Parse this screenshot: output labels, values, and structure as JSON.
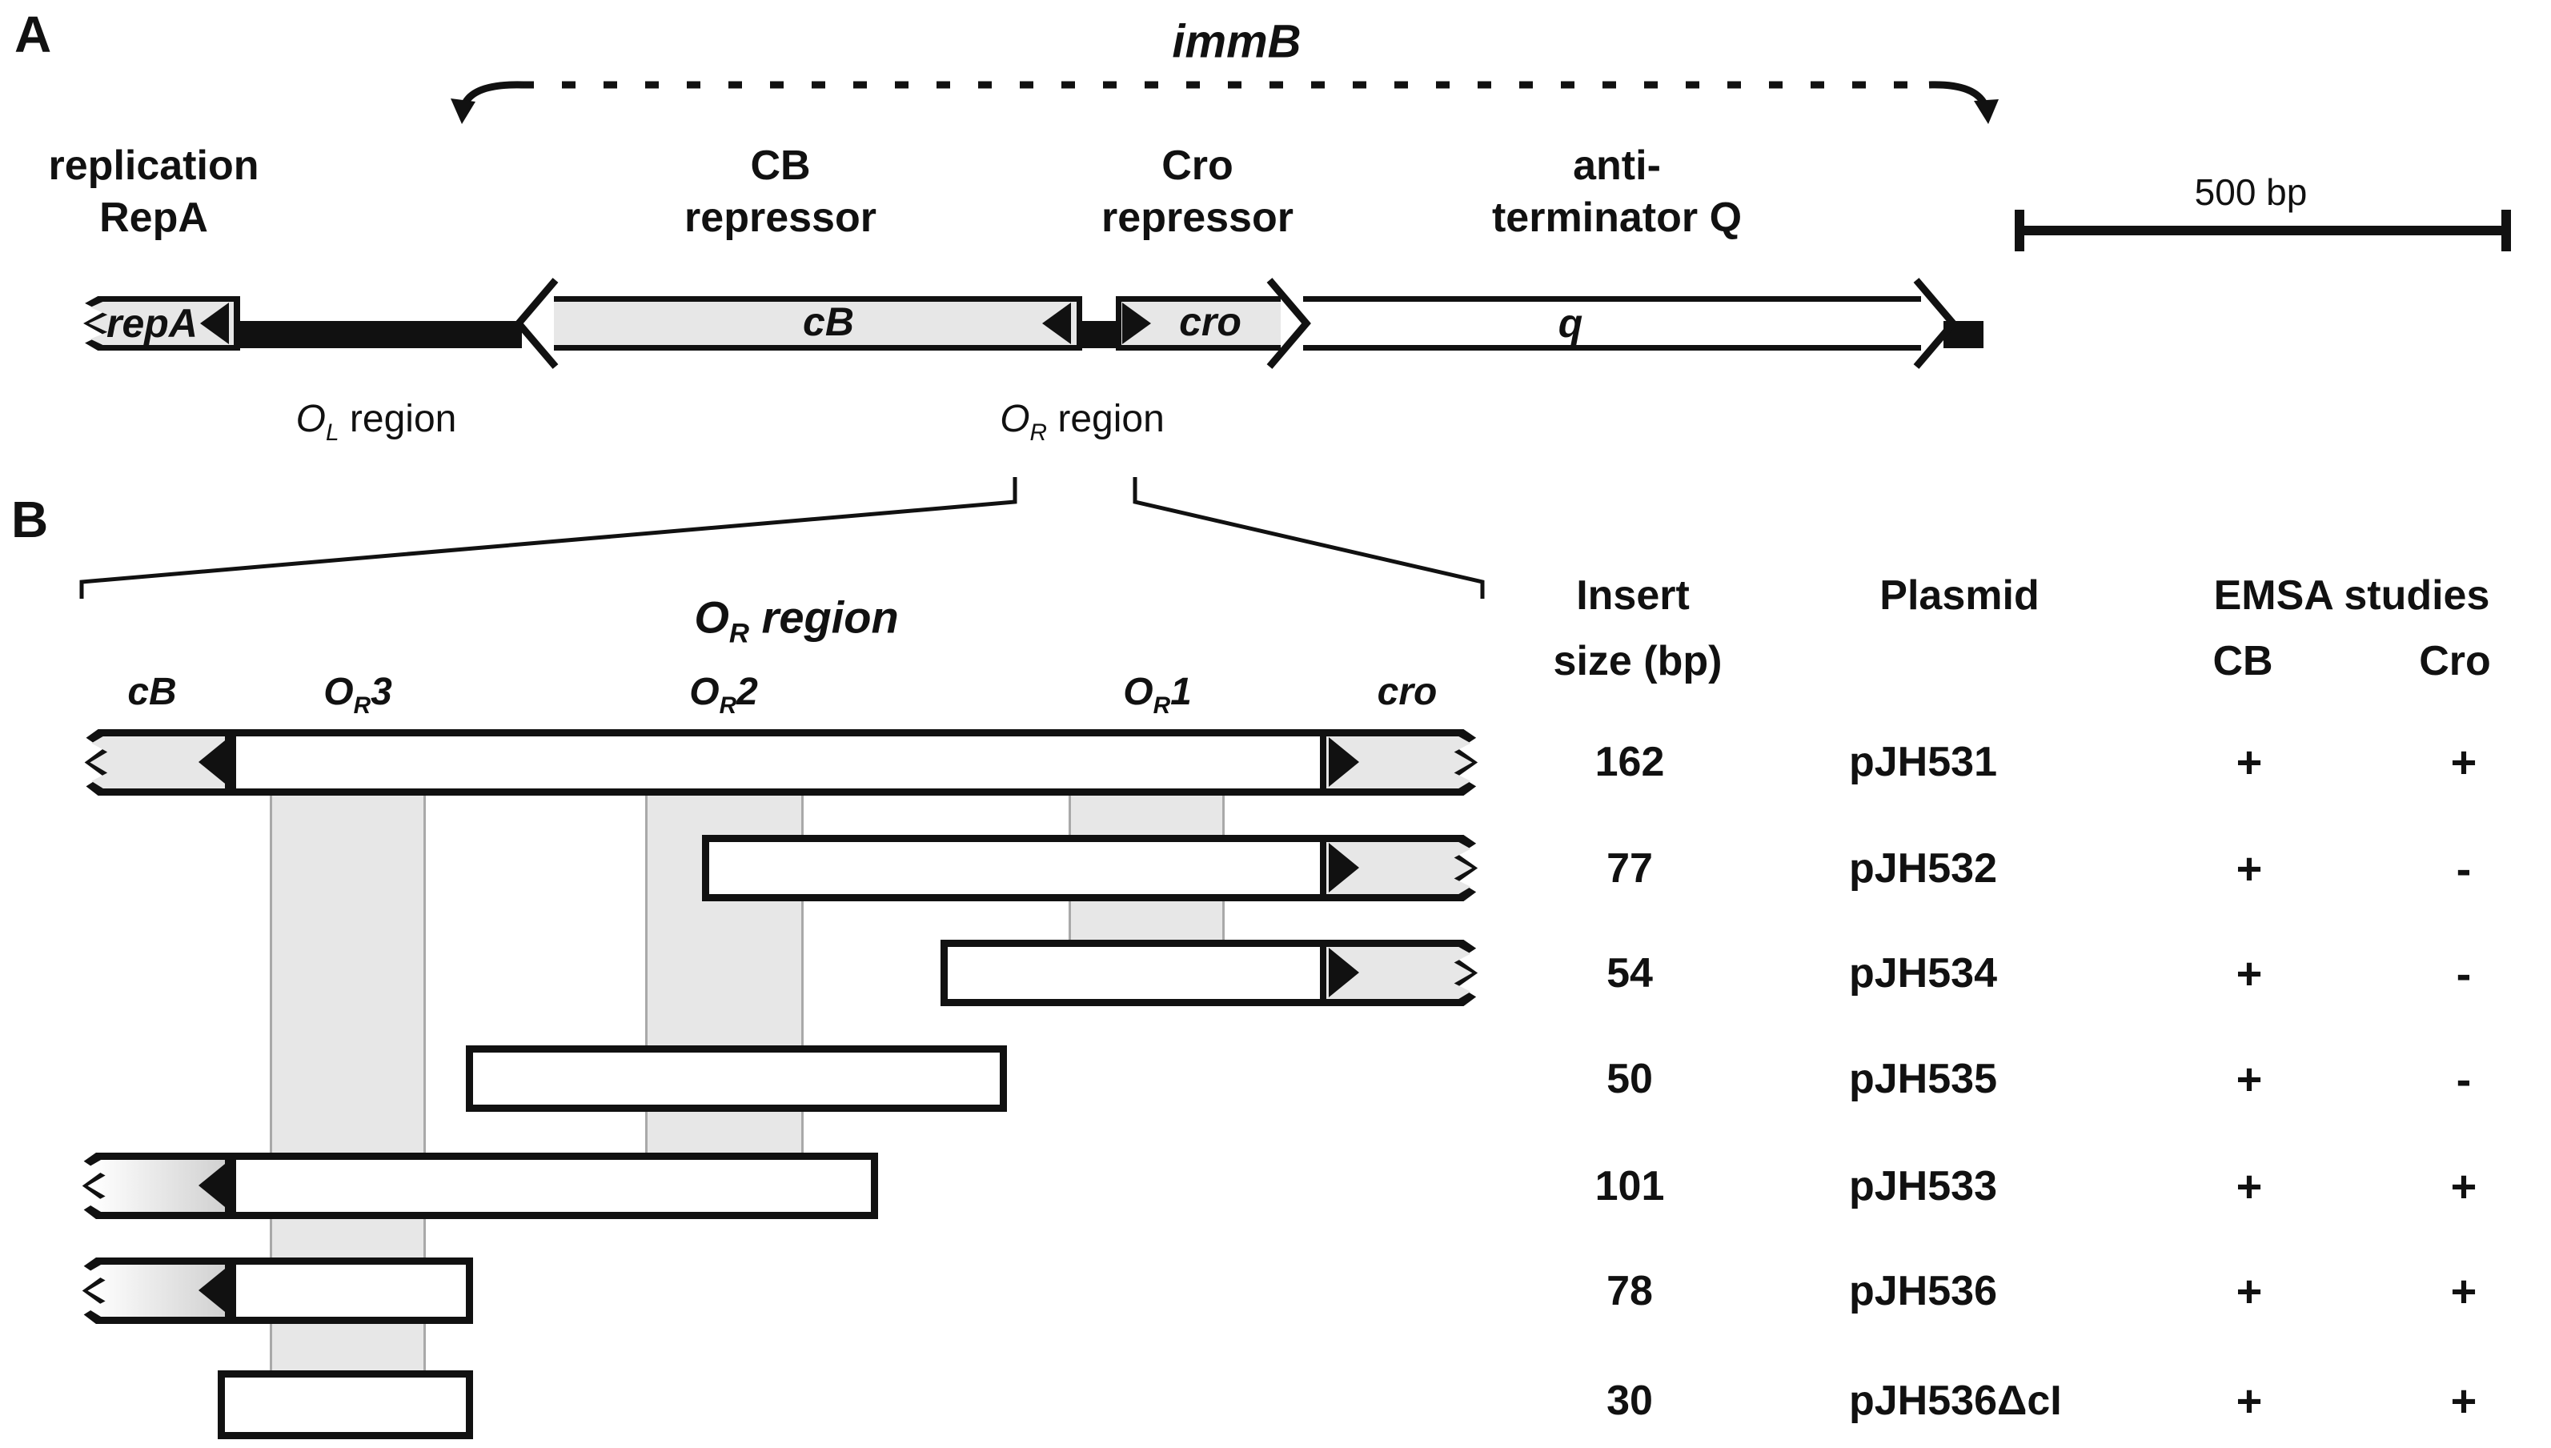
{
  "panel_a": {
    "label": "A",
    "immB": "immB",
    "products": [
      {
        "line1": "replication",
        "line2": "RepA"
      },
      {
        "line1": "CB",
        "line2": "repressor"
      },
      {
        "line1": "Cro",
        "line2": "repressor"
      },
      {
        "line1": "anti-",
        "line2": "terminator Q"
      }
    ],
    "scale_bar_label": "500 bp",
    "genes": {
      "repA": "repA",
      "cB": "cB",
      "cro": "cro",
      "q": "q"
    },
    "ol_region": {
      "pre": "O",
      "sub": "L",
      "post": " region"
    },
    "or_region": {
      "pre": "O",
      "sub": "R",
      "post": " region"
    }
  },
  "panel_b": {
    "label": "B",
    "heading": {
      "pre": "O",
      "sub": "R",
      "post": " region"
    },
    "site_labels": [
      {
        "pre": "cB",
        "sub": "",
        "post": ""
      },
      {
        "pre": "O",
        "sub": "R",
        "post": "3"
      },
      {
        "pre": "O",
        "sub": "R",
        "post": "2"
      },
      {
        "pre": "O",
        "sub": "R",
        "post": "1"
      },
      {
        "pre": "cro",
        "sub": "",
        "post": ""
      }
    ]
  },
  "table": {
    "headers": {
      "insert_line1": "Insert",
      "insert_line2": "size (bp)",
      "plasmid": "Plasmid",
      "emsa": "EMSA studies",
      "cb": "CB",
      "cro": "Cro"
    },
    "rows": [
      {
        "size": "162",
        "plasmid": "pJH531",
        "cb": "+",
        "cro": "+"
      },
      {
        "size": "77",
        "plasmid": "pJH532",
        "cb": "+",
        "cro": "-"
      },
      {
        "size": "54",
        "plasmid": "pJH534",
        "cb": "+",
        "cro": "-"
      },
      {
        "size": "50",
        "plasmid": "pJH535",
        "cb": "+",
        "cro": "-"
      },
      {
        "size": "101",
        "plasmid": "pJH533",
        "cb": "+",
        "cro": "+"
      },
      {
        "size": "78",
        "plasmid": "pJH536",
        "cb": "+",
        "cro": "+"
      },
      {
        "size": "30",
        "plasmid": "pJH536ΔcI",
        "cb": "+",
        "cro": "+"
      }
    ]
  },
  "colors": {
    "ink": "#111111",
    "gene_fill": "#e7e7e7",
    "shade_fill": "#e7e7e7",
    "shade_edge": "#a9a9a9"
  }
}
